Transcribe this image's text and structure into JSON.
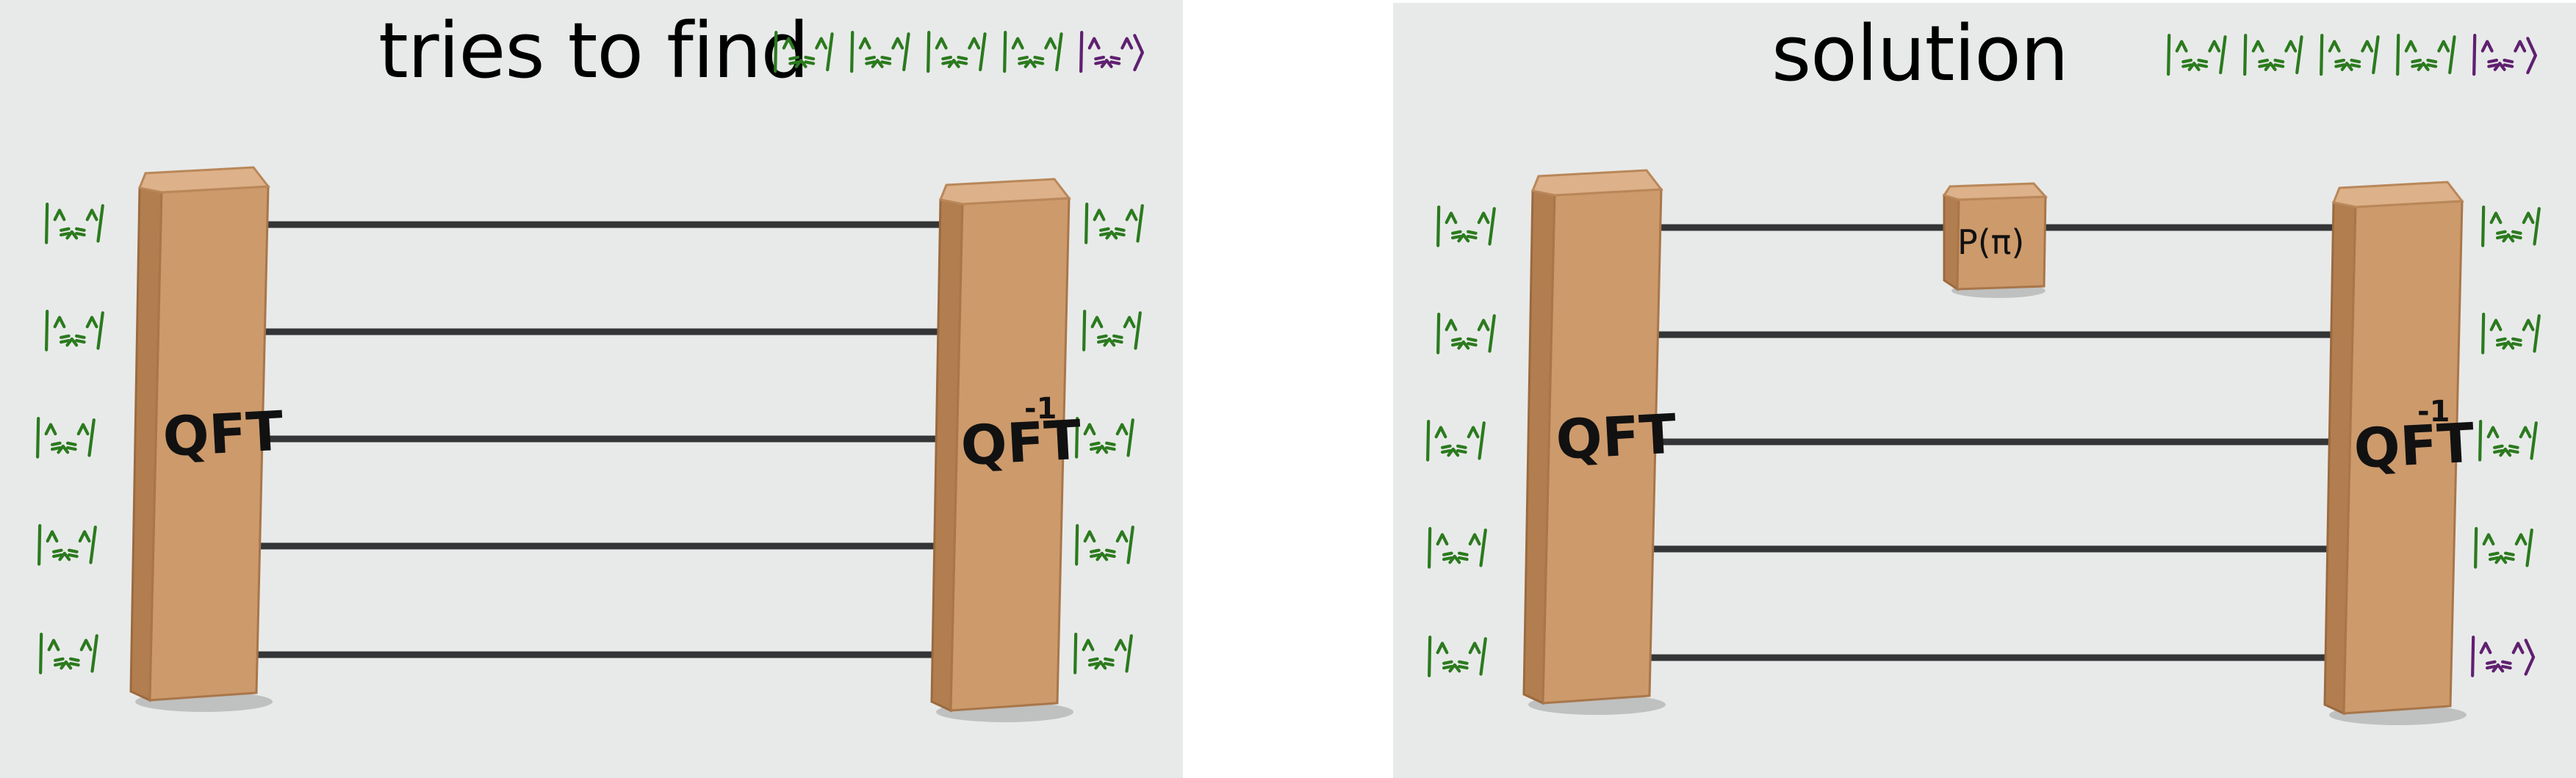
{
  "colors": {
    "background": "#e8eae9",
    "wire": "#333536",
    "gate_face": "#cd9a6b",
    "gate_side": "#b27e4f",
    "gate_top": "#ddb189",
    "ket_green": "#2b7a1e",
    "ket_purple": "#5f2070"
  },
  "icons": {
    "qubit_state": "cat-face-ket-icon"
  },
  "panels": [
    {
      "id": "left",
      "title": "tries to find",
      "gates": [
        {
          "label": "QFT",
          "name": "qft"
        },
        {
          "label": "QFT",
          "superscript": "-1",
          "name": "qft-inverse"
        }
      ],
      "title_kets": [
        "green",
        "green",
        "green",
        "green",
        "purple"
      ],
      "input_kets": [
        "green",
        "green",
        "green",
        "green",
        "green"
      ],
      "output_kets": [
        "green",
        "green",
        "green",
        "green",
        "green"
      ]
    },
    {
      "id": "right",
      "title": "solution",
      "gates": [
        {
          "label": "QFT",
          "name": "qft"
        },
        {
          "label": "P(π)",
          "name": "phase-gate"
        },
        {
          "label": "QFT",
          "superscript": "-1",
          "name": "qft-inverse"
        }
      ],
      "title_kets": [
        "green",
        "green",
        "green",
        "green",
        "purple"
      ],
      "input_kets": [
        "green",
        "green",
        "green",
        "green",
        "green"
      ],
      "output_kets": [
        "green",
        "green",
        "green",
        "green",
        "purple"
      ]
    }
  ]
}
